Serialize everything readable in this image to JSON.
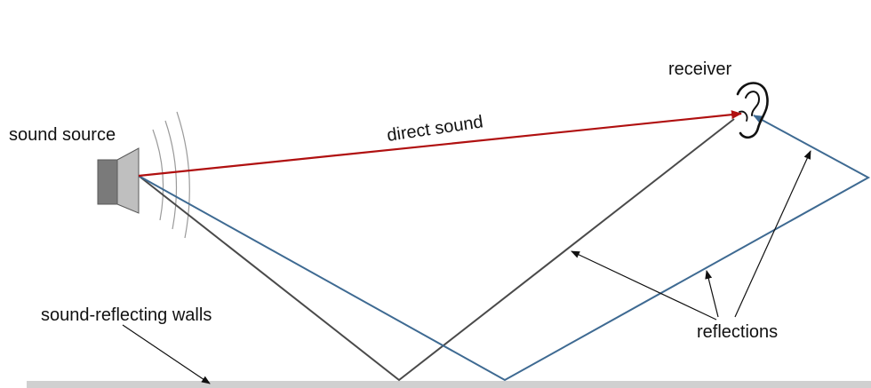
{
  "labels": {
    "sound_source": "sound source",
    "receiver": "receiver",
    "direct_sound": "direct sound",
    "walls": "sound-reflecting walls",
    "reflections": "reflections"
  },
  "colors": {
    "direct_path": "#b01010",
    "reflection_gray": "#4a4a4a",
    "reflection_blue": "#3e6a92",
    "wall": "#d0d0d0",
    "speaker_dark": "#7a7a7a",
    "speaker_light": "#bfbfbf",
    "wave": "#9a9a9a"
  },
  "icons": {
    "source": "speaker-icon",
    "receiver": "ear-icon"
  }
}
